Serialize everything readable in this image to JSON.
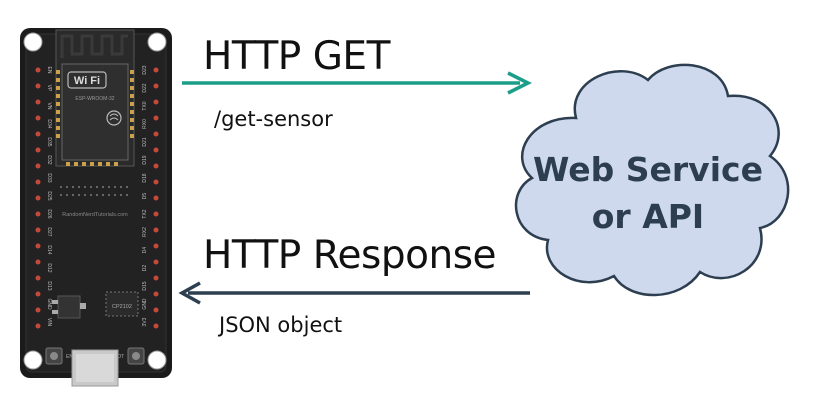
{
  "request": {
    "title": "HTTP GET",
    "path": "/get-sensor",
    "arrow_color": "#1a9e8a"
  },
  "response": {
    "title": "HTTP Response",
    "payload": "JSON object",
    "arrow_color": "#2c3e50"
  },
  "cloud": {
    "line1": "Web Service",
    "line2": "or API",
    "fill": "#cfd9ee",
    "stroke": "#2c3e50"
  },
  "board": {
    "wifi_label": "Wi Fi",
    "module_label": "ESP-WROOM-32",
    "watermark": "RandomNerdTutorials.com",
    "chip_label": "CP2102",
    "button_left": "EN",
    "button_right": "BOOT",
    "pins_left": [
      "EN",
      "VP",
      "VN",
      "D34",
      "D35",
      "D32",
      "D33",
      "D25",
      "D26",
      "D27",
      "D14",
      "D12",
      "D13",
      "GND",
      "VIN"
    ],
    "pins_right": [
      "D23",
      "D22",
      "TX0",
      "RX0",
      "D21",
      "D19",
      "D18",
      "D5",
      "TX2",
      "RX2",
      "D4",
      "D2",
      "D15",
      "GND",
      "3V3"
    ]
  }
}
